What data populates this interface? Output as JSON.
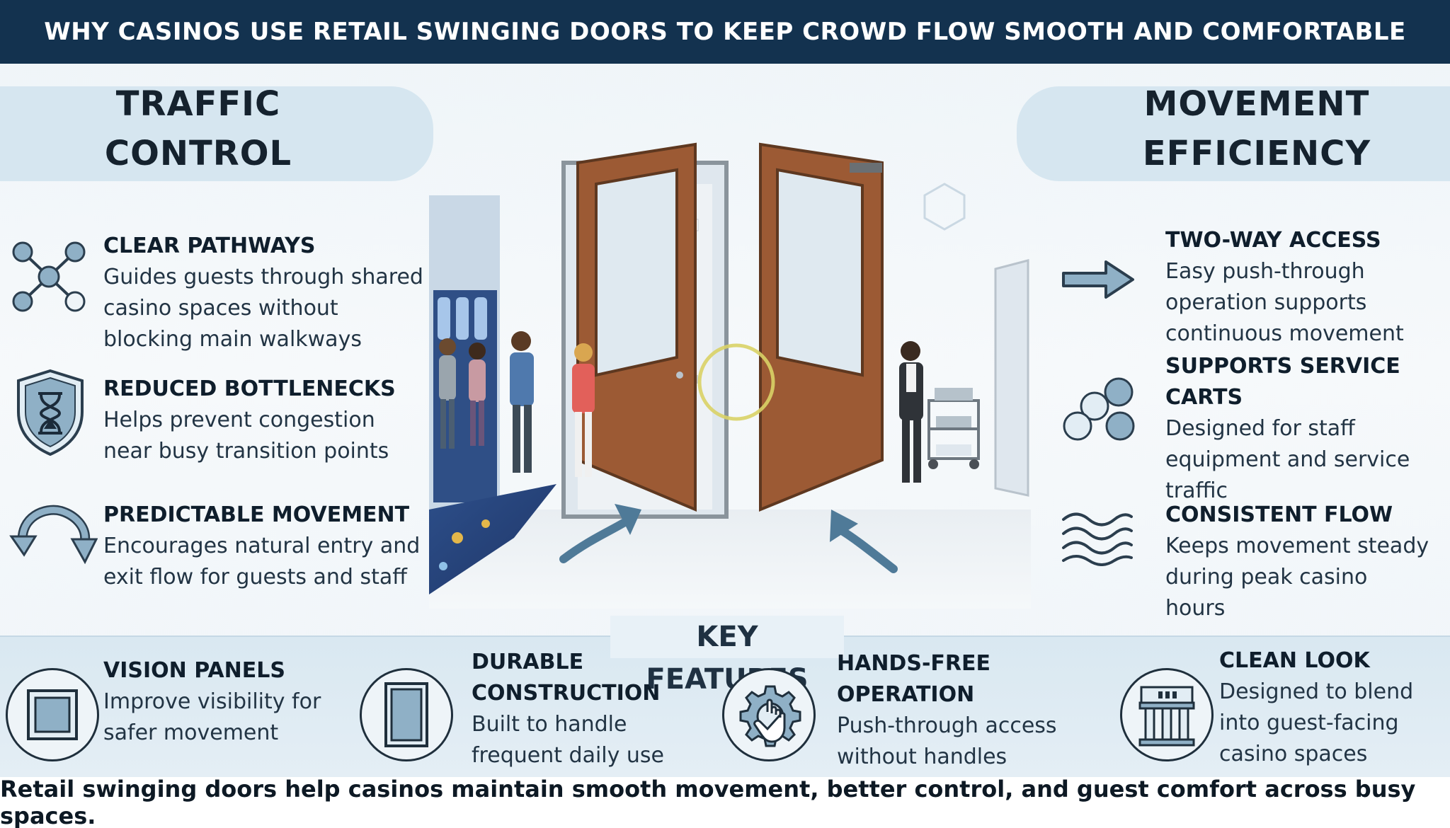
{
  "header": {
    "title": "WHY CASINOS USE RETAIL SWINGING DOORS TO KEEP CROWD FLOW SMOOTH AND COMFORTABLE"
  },
  "left_section": {
    "title_line1": "TRAFFIC",
    "title_line2": "CONTROL",
    "items": [
      {
        "title": "CLEAR PATHWAYS",
        "desc": [
          "Guides guests through shared",
          "casino spaces without",
          "blocking main walkways"
        ],
        "icon": "network-nodes-icon"
      },
      {
        "title": "REDUCED BOTTLENECKS",
        "desc": [
          "Helps prevent congestion",
          "near busy transition points"
        ],
        "icon": "shield-hourglass-icon"
      },
      {
        "title": "PREDICTABLE MOVEMENT",
        "desc": [
          "Encourages natural entry and",
          "exit flow for guests and staff"
        ],
        "icon": "circular-arrows-icon"
      }
    ]
  },
  "right_section": {
    "title_line1": "MOVEMENT",
    "title_line2": "EFFICIENCY",
    "items": [
      {
        "title": "TWO-WAY ACCESS",
        "desc": [
          "Easy push-through",
          "operation supports",
          "continuous movement"
        ],
        "icon": "right-arrow-icon"
      },
      {
        "title_line1": "SUPPORTS SERVICE",
        "title_line2": "CARTS",
        "desc": [
          "Designed for staff",
          "equipment and service",
          "traffic"
        ],
        "icon": "circles-cluster-icon"
      },
      {
        "title": "CONSISTENT FLOW",
        "desc": [
          "Keeps movement steady",
          "during peak casino",
          "hours"
        ],
        "icon": "waves-icon"
      }
    ]
  },
  "key_features": {
    "title": "KEY FEATURES",
    "items": [
      {
        "title_line1": "VISION PANELS",
        "desc": [
          "Improve visibility for",
          "safer movement"
        ],
        "icon": "window-panel-icon"
      },
      {
        "title_line1": "DURABLE",
        "title_line2": "CONSTRUCTION",
        "desc": [
          "Built to handle",
          "frequent daily use"
        ],
        "icon": "door-frame-icon"
      },
      {
        "title_line1": "HANDS-FREE",
        "title_line2": "OPERATION",
        "desc": [
          "Push-through access",
          "without handles"
        ],
        "icon": "gear-hand-icon"
      },
      {
        "title_line1": "CLEAN LOOK",
        "desc": [
          "Designed to blend",
          "into guest-facing",
          "casino spaces"
        ],
        "icon": "building-columns-icon"
      }
    ]
  },
  "footer": {
    "text": "Retail swinging doors help casinos maintain smooth movement, better control, and guest comfort across busy spaces."
  },
  "colors": {
    "header_bg": "#13324f",
    "pill_bg": "#d6e6f0",
    "icon_fill": "#8fb0c6",
    "icon_stroke": "#2b3e4e",
    "door_wood": "#9c5a34"
  }
}
